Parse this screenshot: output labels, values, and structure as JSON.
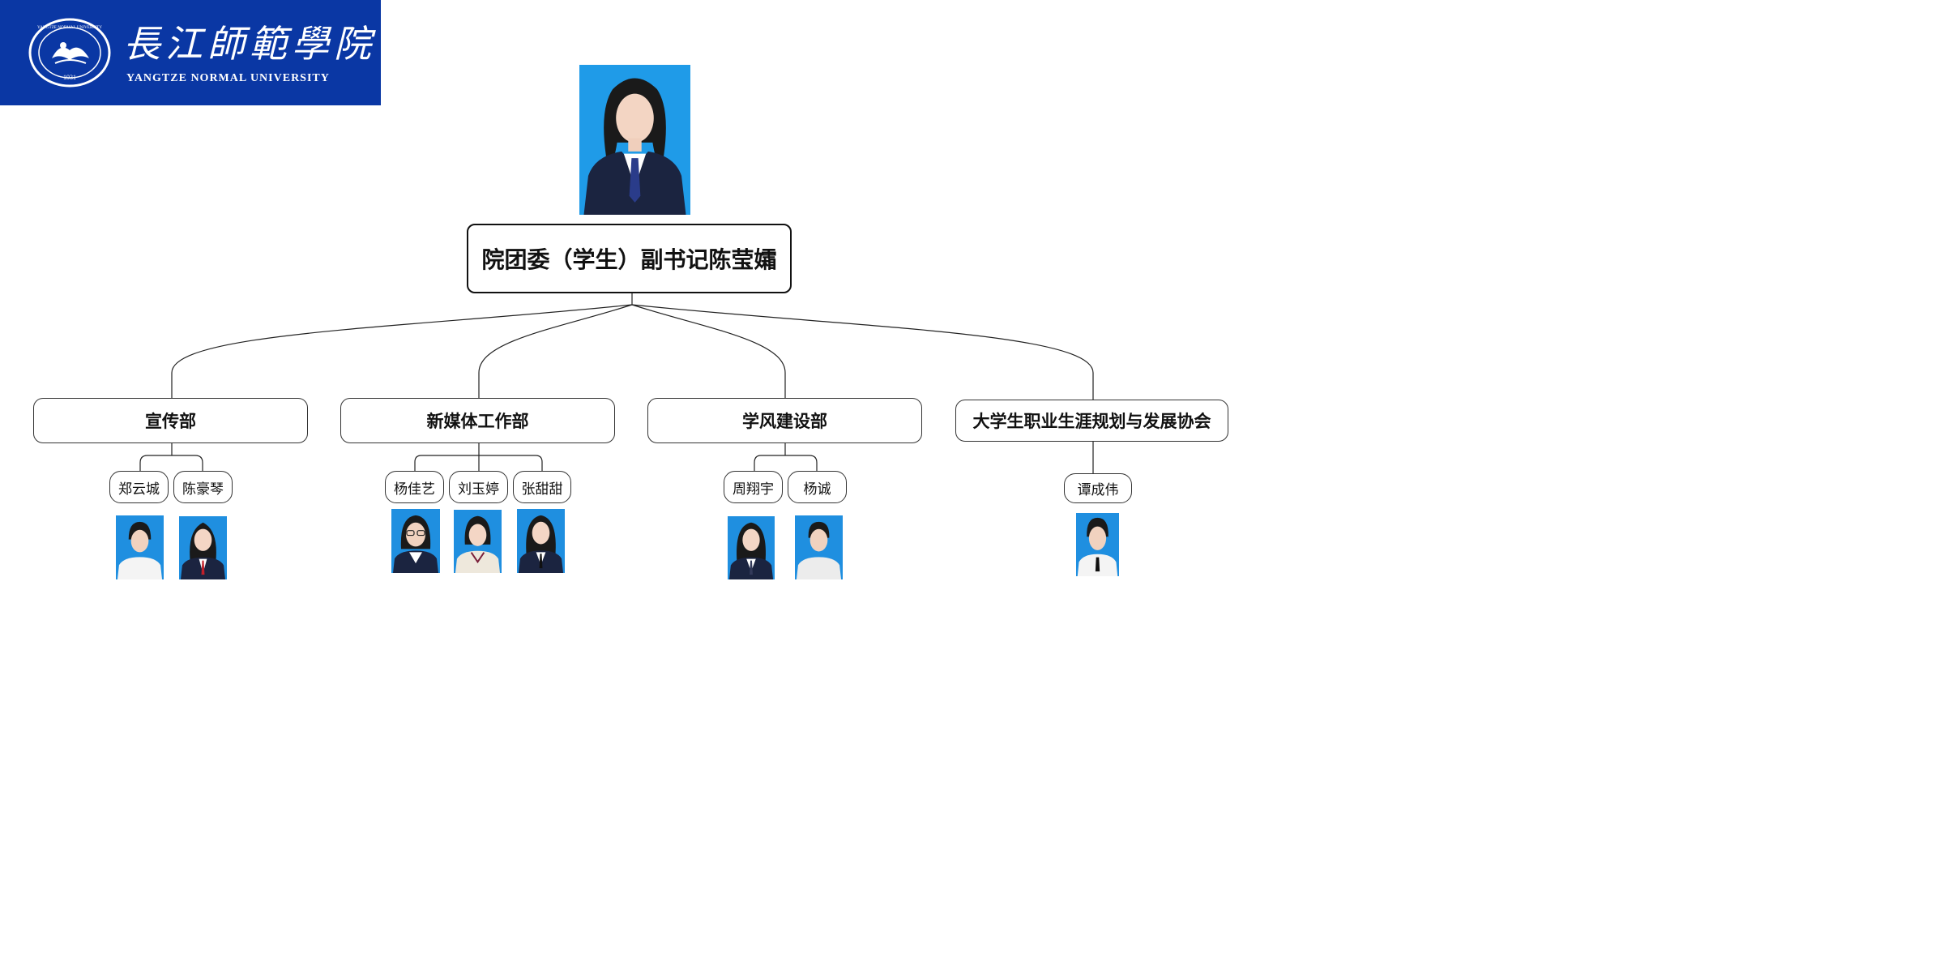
{
  "logo": {
    "cn_name": "長江師範學院",
    "en_name": "YANGTZE NORMAL UNIVERSITY",
    "seal_ring_text": "YANGTZE NORMAL UNIVERSITY",
    "seal_year": "1931",
    "banner_color": "#0a37a4"
  },
  "root": {
    "title": "院团委（学生）副书记陈莹孀",
    "photo_bg": "#1f9be8"
  },
  "departments": [
    {
      "name": "宣传部",
      "members": [
        "郑云城",
        "陈豪琴"
      ]
    },
    {
      "name": "新媒体工作部",
      "members": [
        "杨佳艺",
        "刘玉婷",
        "张甜甜"
      ]
    },
    {
      "name": "学风建设部",
      "members": [
        "周翔宇",
        "杨诚"
      ]
    },
    {
      "name": "大学生职业生涯规划与发展协会",
      "members": [
        "谭成伟"
      ]
    }
  ],
  "colors": {
    "line": "#222222",
    "photo_blue": "#1f8fe0"
  }
}
